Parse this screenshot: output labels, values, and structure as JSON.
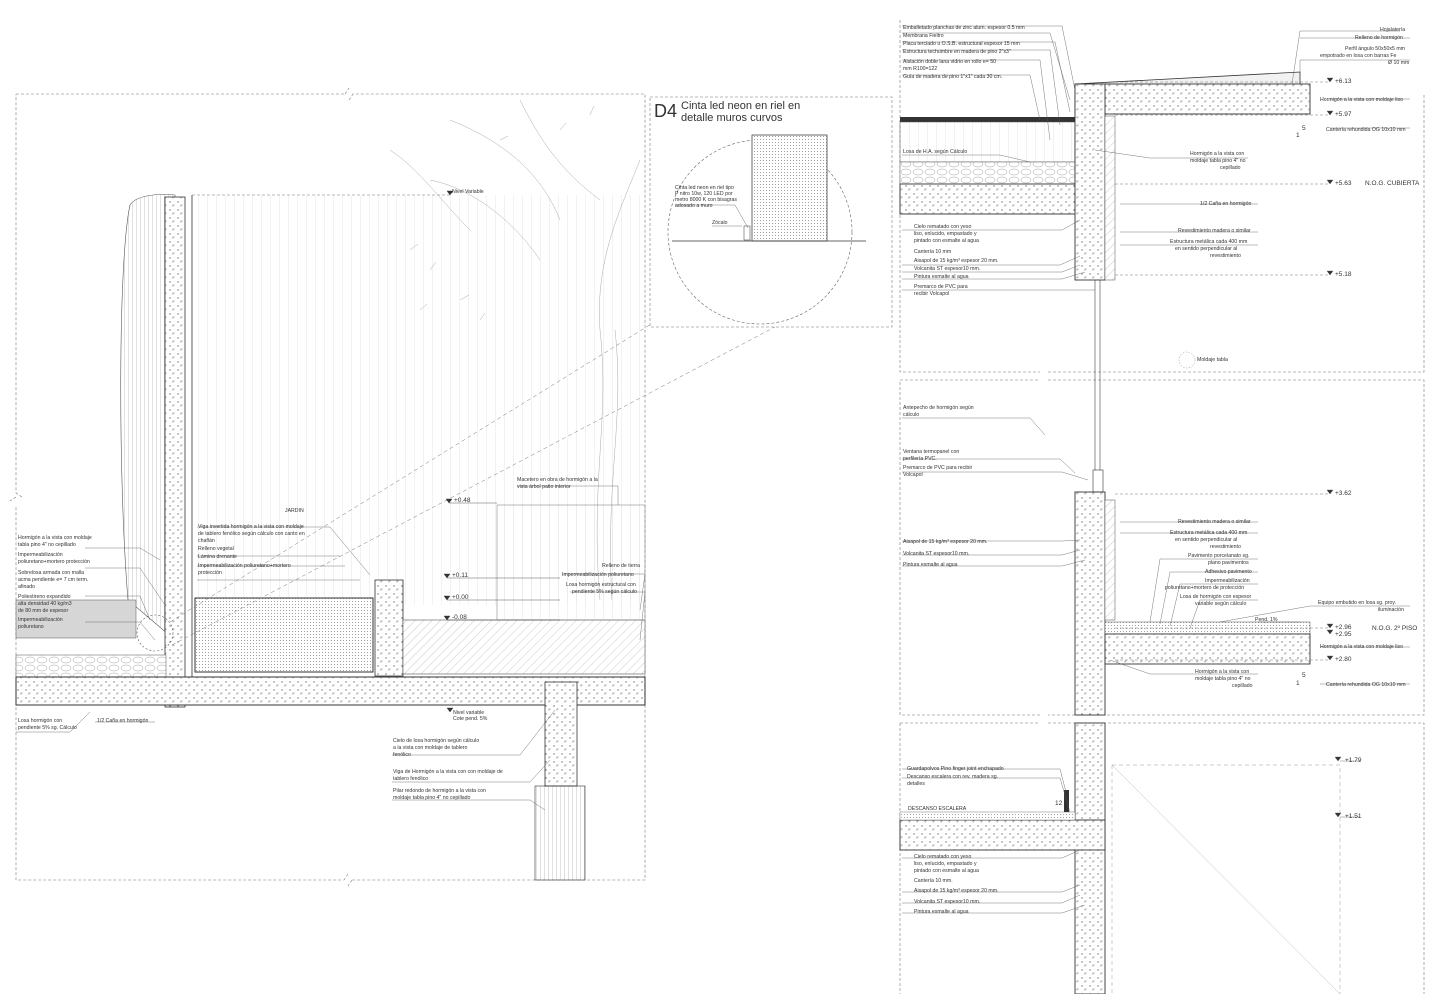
{
  "detail_d4": {
    "code": "D4",
    "title_line1": "Cinta led neon en riel en",
    "title_line2": "detalle muros curvos",
    "note_line1": "Cinta led neon en riel tipo",
    "note_line2": "P nitro 10w, 120 LED por",
    "note_line3": "metro 8000 K con bisagras",
    "note_line4": "adosado a muro",
    "small_label": "Zócalo"
  },
  "left_section": {
    "nivel_variable_top": "Nivel Variable",
    "nivel_variable_bottom": "Nivel variable",
    "pendiente": "Cote pend. 5%",
    "jardin": "JARDIN",
    "levels": [
      "+0.48",
      "+0.11",
      "+0.00",
      "-0.08"
    ],
    "left_labels": [
      "Hormigón a la vista con moldaje",
      "tabla pino 4\" no cepillado",
      "Impermeabilización",
      "poliuretano+mortero protección",
      "Sobrelosa armada con malla",
      "acma pendiente e= 7 cm term.",
      "afinado",
      "Poliestireno expandido",
      "alta densidad 40 kg/m3",
      "de 80 mm de espesor",
      "Impermeabilización",
      "poliuretano"
    ],
    "center_labels": [
      "Viga invertida hormigón a la vista con moldaje",
      "de tablero fenólico según cálculo con canto en",
      "chaflán",
      "Relleno vegetal",
      "Lámina drenante",
      "Impermeabilización poliuretano+mortero",
      "protección"
    ],
    "right_labels": [
      "Macetero en obra de hormigón a la",
      "vista árbol patio interior",
      "Relleno de tierra",
      "Impermeabilización poliuretano",
      "Losa hormigón estructural con",
      "pendiente 5% según cálculo"
    ],
    "bottom_labels": [
      "Losa hormigón con",
      "pendiente 5% sg. Cálculo",
      "1/2 Caña en hormigón",
      "Cielo de losa hormigón según cálculo",
      "a la vista con moldaje de tablero",
      "fenólico",
      "Viga de Hormigón a la vista con con moldaje de",
      "tablero fenólico",
      "Pilar redondo de hormigón a la vista con",
      "moldaje tabla pino 4\" no cepillado"
    ]
  },
  "right_section": {
    "top_left_labels": [
      "Emballetado planchas de zinc alum. espesor 0.5 mm",
      "Membrana Fieltro",
      "Placa terciado u O.S.B. estructural espesor 15 mm",
      "Estructura techumbre en madera de pino 2\"x3\"",
      "Aislación doble lana vidrio en rollo e= 50",
      "mm R100=122",
      "Guía de madera de pino 1\"x1\" cada 30 cm."
    ],
    "top_right_labels": [
      "Hojalatería",
      "Relleno de hormigón",
      "Perfil ángulo 50x50x5 mm",
      "empotrado en losa con barras Fe",
      "Ø 10 mm",
      "Hormigón a la vista con moldaje liso",
      "Cantería rehundida OG 10x10 mm"
    ],
    "mid_labels": [
      "Losa de H.A. según Cálculo",
      "Hormigón a la vista con",
      "moldaje tabla pino 4\" no",
      "cepillado",
      "1/2 Caña en hormigón",
      "Revestimiento madera o similar",
      "Estructura metálica cada 400 mm",
      "en sentido perpendicular al",
      "revestimiento"
    ],
    "ceiling_labels": [
      "Cielo rematado con yeso",
      "liso, enlucido, empastado y",
      "pintado con esmalte al agua",
      "Cantería 10 mm",
      "Aisapol de 15 kg/m³ espesor 20 mm.",
      "Volcanita ST espesor10 mm.",
      "Pintura esmalte al agua",
      "Premarco de PVC para",
      "recibir Volcapol"
    ],
    "moldaje": "Moldaje tabla",
    "levels": [
      "+6.13",
      "+5.97",
      "+5.63",
      "+5.18",
      "+3.62",
      "+2.96",
      "+2.95",
      "+2.80",
      "+1.79",
      "+1.51"
    ],
    "nog_cubierta": "N.O.G. CUBIERTA",
    "nog_piso": "N.O.G. 2º PISO",
    "window_labels": [
      "Antepecho de hormigón según",
      "cálculo",
      "Ventana termopanel con",
      "perfilería PVC.",
      "Premarco de PVC para recibir",
      "Volcapol",
      "Aisapol de 15 kg/m³ espesor 20 mm.",
      "Volcanita ST espesor10 mm.",
      "Pintura esmalte al agua"
    ],
    "floor_labels": [
      "Revestimiento madera o similar",
      "Estructura metálica cada 400 mm",
      "en sentido perpendicular al",
      "revestimiento",
      "Pavimento porcelanato sg.",
      "plano pavimentos",
      "Adhesivo pavimento",
      "Impermeabilización",
      "poliuretano+mortero de protección",
      "Losa de hormigón con espesor",
      "variable según cálculo",
      "Equipo embutido en losa sg. proy.",
      "iluminación",
      "Pend. 1%",
      "Hormigón a la vista con moldaje liso",
      "Hormigón a la vista con",
      "moldaje tabla pino 4\" no",
      "cepillado",
      "Cantería rehundida OG 10x10 mm"
    ],
    "stair_labels": [
      "Guardapolvos Pino finger joint enchapado",
      "Descanso escalera con rev. madera sg.",
      "detalles",
      "DESCANSO ESCALERA",
      "Cielo rematado con yeso",
      "liso, enlucido, empastado y",
      "pintado con esmalte al agua",
      "Cantería 10 mm.",
      "Aisapol de 15 kg/m³ espesor 20 mm.",
      "Volcanita ST espesor10 mm.",
      "Pintura esmalte al agua"
    ],
    "dims": [
      "5",
      "1",
      "5",
      "1",
      "12"
    ]
  }
}
